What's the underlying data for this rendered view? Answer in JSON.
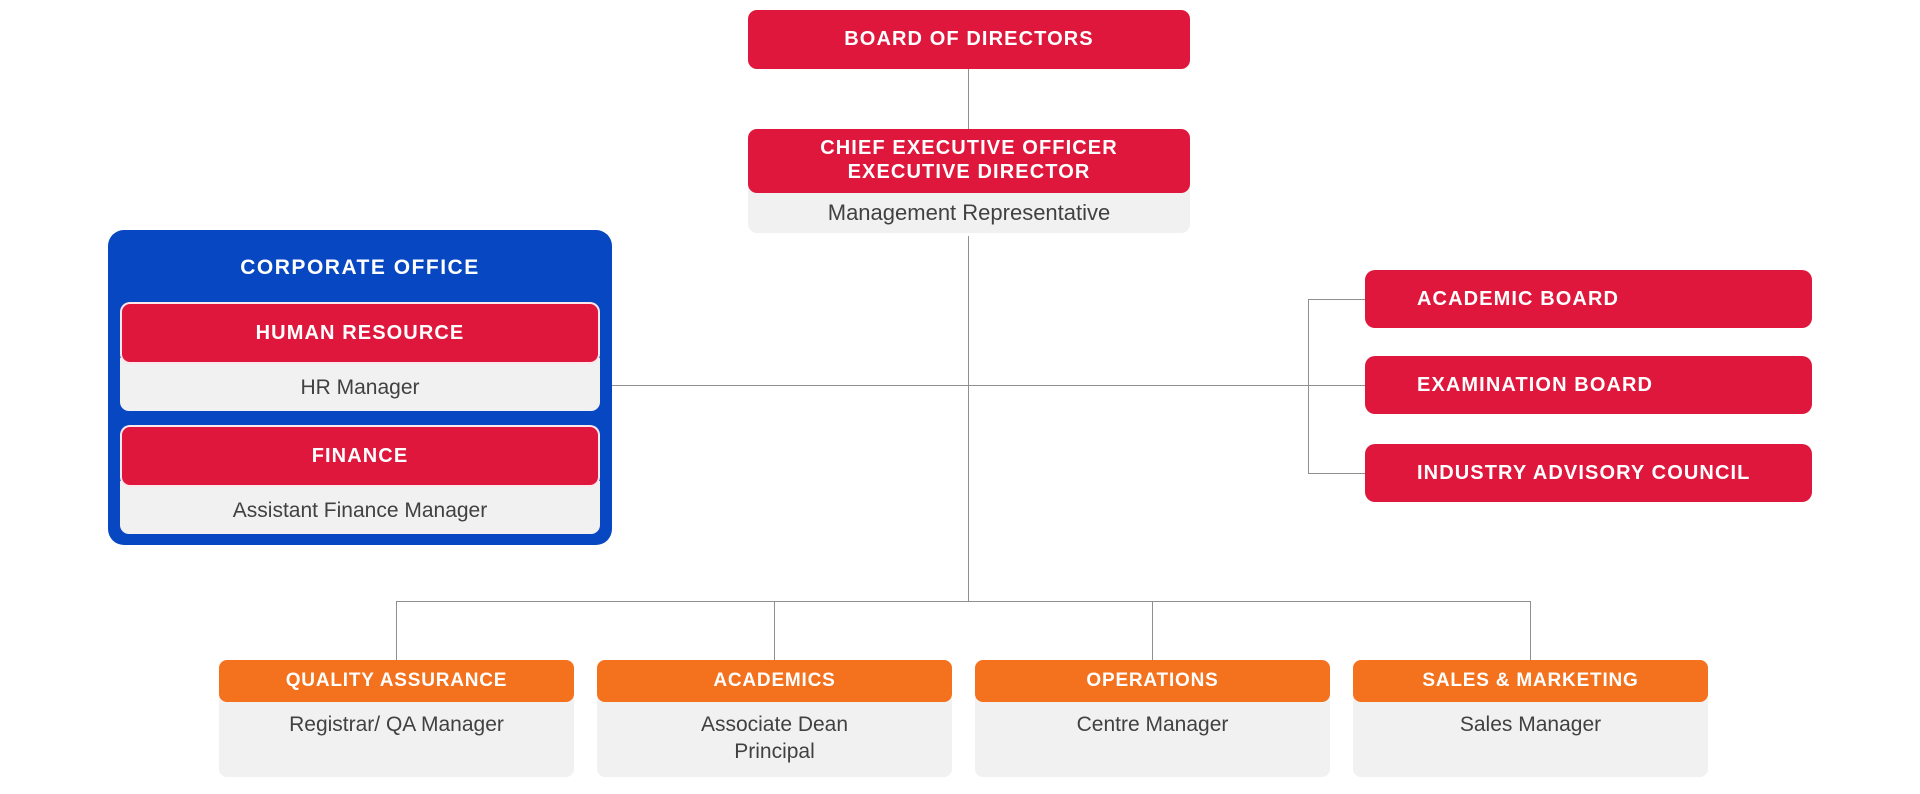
{
  "palette": {
    "red": "#E0173C",
    "blue": "#0847C2",
    "orange": "#F4711E",
    "panel": "#F1F1F2",
    "line": "#8F8F8F",
    "body_text": "#414141",
    "white": "#FFFFFF"
  },
  "nodes": {
    "board": {
      "label": "BOARD OF DIRECTORS"
    },
    "ceo": {
      "title_line1": "CHIEF EXECUTIVE OFFICER",
      "title_line2": "EXECUTIVE DIRECTOR",
      "subtitle": "Management Representative"
    },
    "corporate_office": {
      "title": "CORPORATE OFFICE",
      "units": [
        {
          "label": "HUMAN RESOURCE",
          "subtitle": "HR Manager"
        },
        {
          "label": "FINANCE",
          "subtitle": "Assistant Finance Manager"
        }
      ]
    },
    "boards": [
      {
        "label": "ACADEMIC BOARD"
      },
      {
        "label": "EXAMINATION BOARD"
      },
      {
        "label": "INDUSTRY ADVISORY COUNCIL"
      }
    ],
    "departments": [
      {
        "label": "QUALITY ASSURANCE",
        "subtitle": "Registrar/ QA Manager",
        "subtitle2": ""
      },
      {
        "label": "ACADEMICS",
        "subtitle": "Associate Dean",
        "subtitle2": "Principal"
      },
      {
        "label": "OPERATIONS",
        "subtitle": "Centre Manager",
        "subtitle2": ""
      },
      {
        "label": "SALES & MARKETING",
        "subtitle": "Sales Manager",
        "subtitle2": ""
      }
    ]
  }
}
